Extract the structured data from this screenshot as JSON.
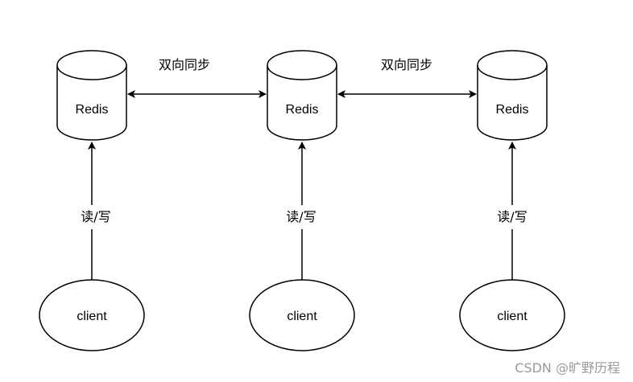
{
  "colors": {
    "stroke": "#000000",
    "fill": "#ffffff",
    "watermark": "#9a9a9a"
  },
  "nodes": {
    "redis": [
      {
        "label": "Redis"
      },
      {
        "label": "Redis"
      },
      {
        "label": "Redis"
      }
    ],
    "clients": [
      {
        "label": "client"
      },
      {
        "label": "client"
      },
      {
        "label": "client"
      }
    ]
  },
  "edges": {
    "sync": [
      {
        "label": "双向同步"
      },
      {
        "label": "双向同步"
      }
    ],
    "access": [
      {
        "label": "读/写"
      },
      {
        "label": "读/写"
      },
      {
        "label": "读/写"
      }
    ]
  },
  "watermark": "CSDN @旷野历程"
}
